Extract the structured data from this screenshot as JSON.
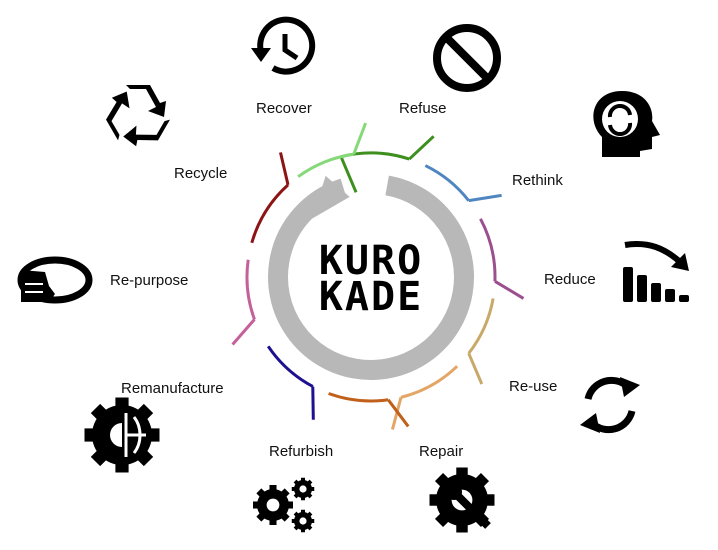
{
  "logo": {
    "line1": "KURO",
    "line2": "KADE"
  },
  "stages": [
    {
      "id": "refuse",
      "label": "Refuse",
      "color": "#3d8f1e",
      "icon": "prohibited-icon"
    },
    {
      "id": "rethink",
      "label": "Rethink",
      "color": "#4f86c0",
      "icon": "head-refresh-icon"
    },
    {
      "id": "reduce",
      "label": "Reduce",
      "color": "#9c4f8f",
      "icon": "bar-chart-down-icon"
    },
    {
      "id": "reuse",
      "label": "Re-use",
      "color": "#c8a96a",
      "icon": "sync-arrows-icon"
    },
    {
      "id": "repair",
      "label": "Repair",
      "color": "#e3a666",
      "icon": "wrench-gear-icon"
    },
    {
      "id": "refurbish",
      "label": "Refurbish",
      "color": "#c0601a",
      "icon": "gears-icon"
    },
    {
      "id": "remanufacture",
      "label": "Remanufacture",
      "color": "#1d1190",
      "icon": "gear-globe-icon"
    },
    {
      "id": "repurpose",
      "label": "Re-purpose",
      "color": "#c4609a",
      "icon": "hand-band-icon"
    },
    {
      "id": "recycle",
      "label": "Recycle",
      "color": "#8c1414",
      "icon": "recycle-icon"
    },
    {
      "id": "recover",
      "label": "Recover",
      "color": "#86d978",
      "icon": "history-clock-icon"
    }
  ],
  "ring_color": "#b8b8b8"
}
